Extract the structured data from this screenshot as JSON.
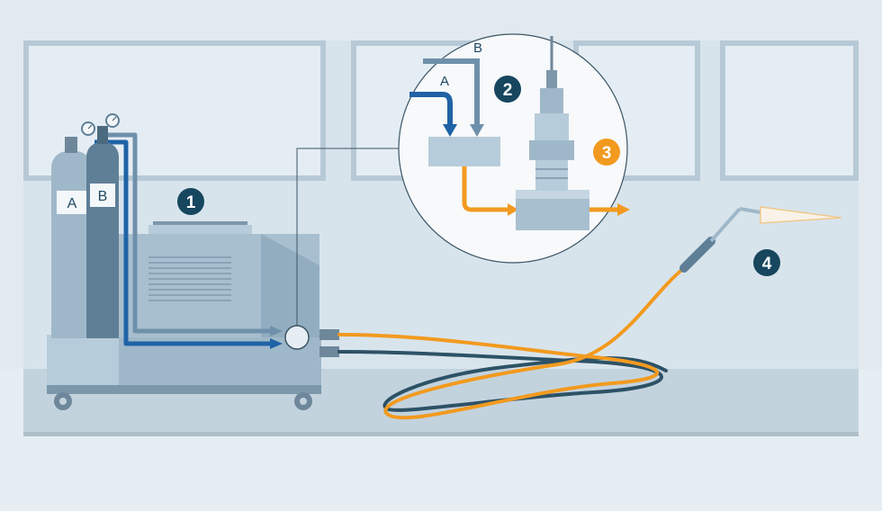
{
  "diagram": {
    "cylinders": {
      "a_label": "A",
      "b_label": "B"
    },
    "callouts": {
      "c1": "1",
      "c2": "2",
      "c3": "3",
      "c4": "4"
    },
    "detail": {
      "inlet_a": "A",
      "inlet_b": "B"
    }
  },
  "colors": {
    "background": "#e7eef3",
    "wall": "#d6e3ec",
    "floor": "#c4d3de",
    "machine": "#9fb8c9",
    "gas_a_line": "#1f63a6",
    "gas_b_line": "#6f90aa",
    "mixed_gas": "#f29a1f",
    "hose_dark": "#2d5266",
    "callout_dark": "#17465f",
    "callout_orange": "#f29a1f"
  }
}
